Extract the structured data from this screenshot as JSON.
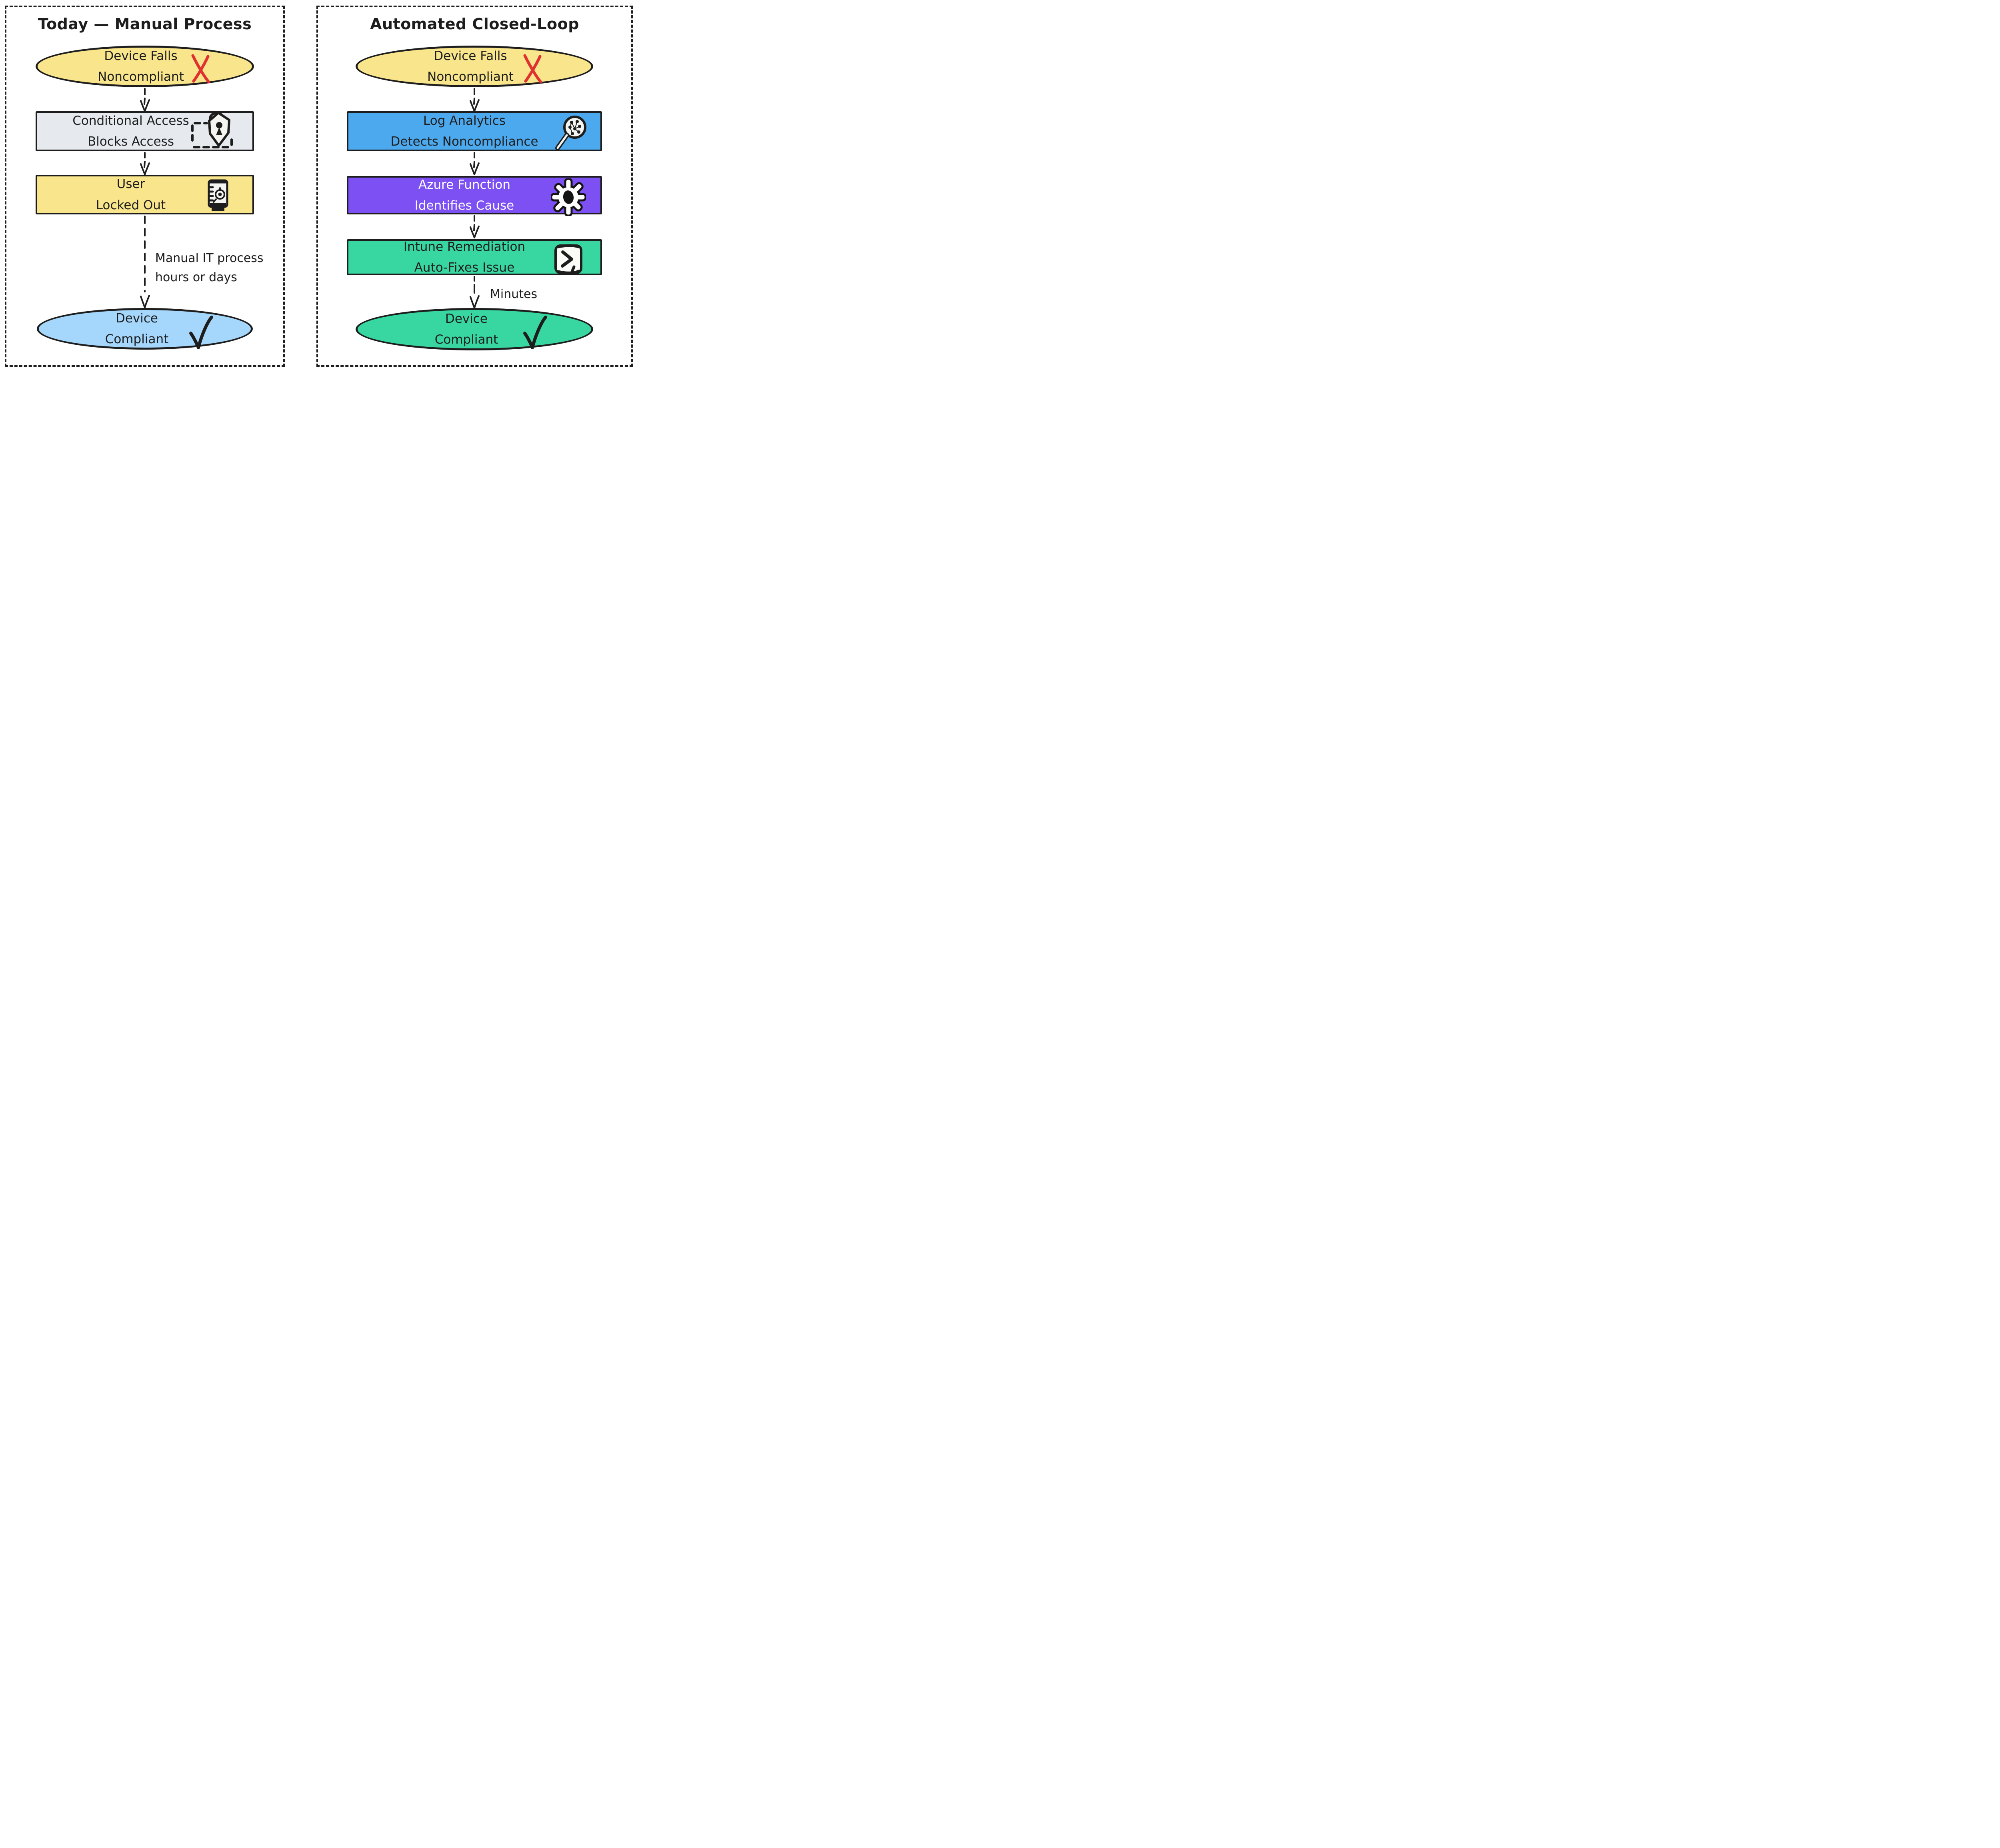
{
  "colors": {
    "ink": "#1d1d1d",
    "yellow": "#F9E58C",
    "gray": "#E6EAEE",
    "blue": "#4DA9EE",
    "purple": "#7C50F2",
    "green": "#38D6A0",
    "lightblue": "#A5D6FB",
    "red_x": "#E03131"
  },
  "left_panel": {
    "title": "Today — Manual Process",
    "start": {
      "line1": "Device Falls",
      "line2": "Noncompliant",
      "icon": "red-x-icon"
    },
    "block": {
      "line1": "Conditional Access",
      "line2": "Blocks Access",
      "icon": "conditional-access-lock-icon"
    },
    "locked": {
      "line1": "User",
      "line2": "Locked Out",
      "icon": "safe-vault-icon"
    },
    "edge_note": {
      "line1": "Manual IT process",
      "line2": "hours or days"
    },
    "end": {
      "line1": "Device",
      "line2": "Compliant",
      "icon": "checkmark-icon"
    }
  },
  "right_panel": {
    "title": "Automated Closed-Loop",
    "start": {
      "line1": "Device Falls",
      "line2": "Noncompliant",
      "icon": "red-x-icon"
    },
    "detect": {
      "line1": "Log Analytics",
      "line2": "Detects Noncompliance",
      "icon": "magnifier-icon"
    },
    "identify": {
      "line1": "Azure Function",
      "line2": "Identifies Cause",
      "icon": "gear-icon"
    },
    "remediate": {
      "line1": "Intune Remediation",
      "line2": "Auto-Fixes Issue",
      "icon": "powershell-icon"
    },
    "edge_note": "Minutes",
    "end": {
      "line1": "Device",
      "line2": "Compliant",
      "icon": "checkmark-icon"
    }
  }
}
